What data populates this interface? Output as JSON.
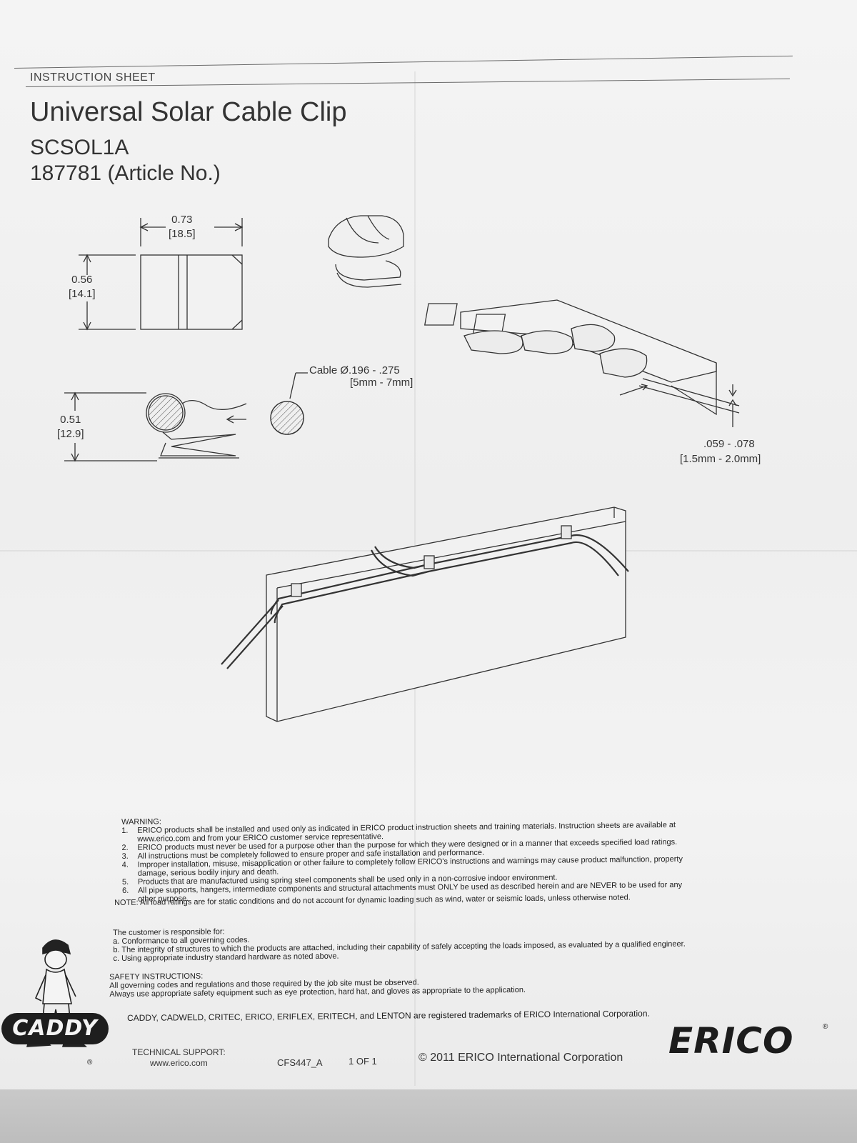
{
  "header": {
    "sheet_label": "INSTRUCTION SHEET",
    "title": "Universal Solar Cable Clip",
    "part_number": "SCSOL1A",
    "article_number": "187781 (Article No.)"
  },
  "dimensions": {
    "width_in": "0.73",
    "width_mm": "[18.5]",
    "height_in": "0.56",
    "height_mm": "[14.1]",
    "profile_in": "0.51",
    "profile_mm": "[12.9]",
    "cable_label": "Cable Ø.196 - .275",
    "cable_mm": "[5mm - 7mm]",
    "flange_in": ".059 - .078",
    "flange_mm": "[1.5mm - 2.0mm]"
  },
  "warning": {
    "heading": "WARNING:",
    "items": [
      {
        "num": "1.",
        "text": "ERICO products shall be installed and used only as indicated in ERICO product instruction sheets and training materials.   Instruction sheets are available at"
      },
      {
        "num": "",
        "text": "www.erico.com and from your ERICO customer service representative."
      },
      {
        "num": "2.",
        "text": "ERICO products must never be used for a purpose other than the purpose for which they were designed or in a manner that exceeds specified load ratings."
      },
      {
        "num": "3.",
        "text": "All instructions must be completely followed to ensure proper and safe installation and performance."
      },
      {
        "num": "4.",
        "text": "Improper installation, misuse, misapplication or other failure to completely follow ERICO's instructions and warnings may cause product malfunction, property"
      },
      {
        "num": "",
        "text": "damage, serious bodily injury and death."
      },
      {
        "num": "5.",
        "text": "Products that are manufactured using spring steel components shall be used only in a non-corrosive indoor environment."
      },
      {
        "num": "6.",
        "text": "All pipe supports, hangers, intermediate components and structural attachments must ONLY be used as described herein and are NEVER to be used for any"
      },
      {
        "num": "",
        "text": "other purpose."
      }
    ]
  },
  "note": "NOTE: All load ratings are for static conditions and do not account for dynamic loading such as wind, water or seismic loads, unless otherwise noted.",
  "responsibility": {
    "heading": "The customer is responsible for:",
    "items": [
      "a. Conformance to all governing codes.",
      "b. The integrity of structures to which the products are attached, including their capability of safely accepting the loads imposed, as evaluated by a qualified engineer.",
      "c. Using appropriate industry standard hardware as noted above."
    ]
  },
  "safety": {
    "heading": "SAFETY INSTRUCTIONS:",
    "lines": [
      "All governing codes and regulations and those required by the job site must be observed.",
      "Always use appropriate safety equipment such as eye protection, hard hat, and gloves as appropriate to the application."
    ]
  },
  "footer": {
    "trademarks": "CADDY, CADWELD, CRITEC, ERICO, ERIFLEX, ERITECH, and LENTON are registered trademarks of ERICO International Corporation.",
    "support_label": "TECHNICAL SUPPORT:",
    "support_url": "www.erico.com",
    "doc_number": "CFS447_A",
    "page": "1 OF 1",
    "copyright": "© 2011 ERICO International Corporation",
    "erico_logo": "ERICO",
    "caddy_logo": "CADDY",
    "registered": "®"
  }
}
